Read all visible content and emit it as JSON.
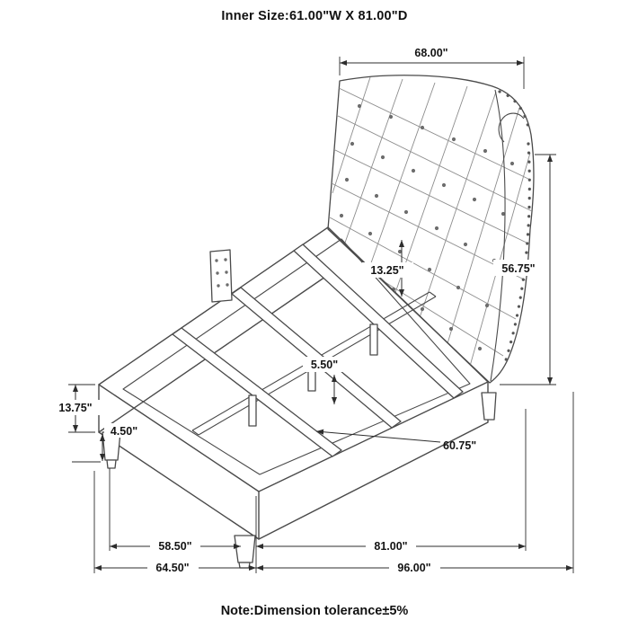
{
  "header": {
    "title": "Inner Size:61.00\"W X 81.00\"D"
  },
  "footer": {
    "note": "Note:Dimension tolerance±5%"
  },
  "diagram": {
    "type": "bed-assembly-dimension-drawing",
    "dims": {
      "headboard_width": "68.00\"",
      "headboard_height": "56.75\"",
      "headboard_to_slat": "13.25\"",
      "center_support_height": "5.50\"",
      "side_rail_height": "13.75\"",
      "leg_height": "4.50\"",
      "slat_length": "60.75\"",
      "inner_width": "58.50\"",
      "inner_depth": "81.00\"",
      "overall_width": "64.50\"",
      "overall_depth": "96.00\""
    }
  }
}
